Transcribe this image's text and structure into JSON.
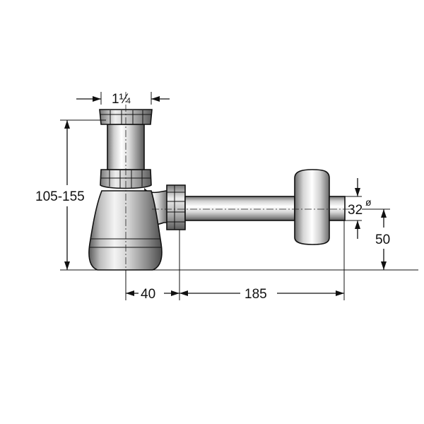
{
  "dimensions": {
    "inlet_thread": "1¼",
    "height_range": "105-155",
    "offset_to_outlet": "40",
    "outlet_length": "185",
    "outlet_diameter": "32",
    "diameter_symbol": "ø",
    "outlet_height": "50"
  },
  "colors": {
    "line": "#111111",
    "background": "#ffffff"
  }
}
